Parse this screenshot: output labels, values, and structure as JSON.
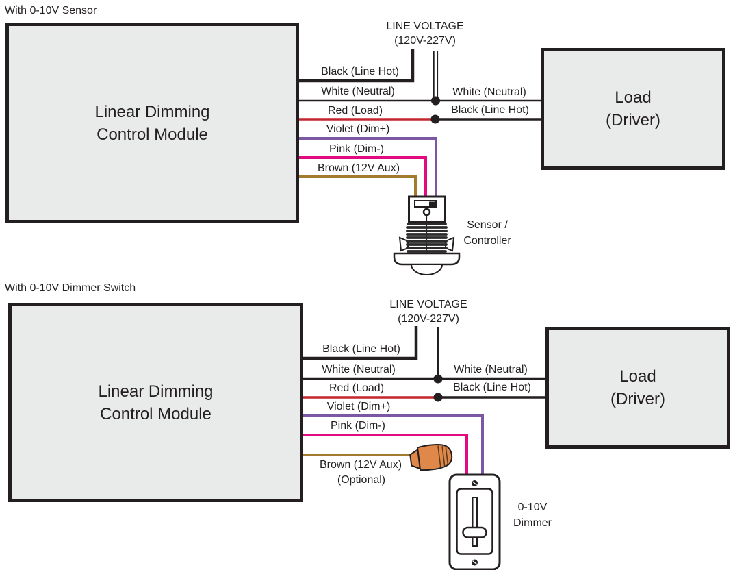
{
  "colors": {
    "page_bg": "#ffffff",
    "text": "#231f20",
    "wire_black": "#231f20",
    "wire_red": "#c4262e",
    "wire_violet": "#7c58a4",
    "wire_pink": "#e3097e",
    "wire_brown": "#a37b2f",
    "box_fill": "#e9eaea",
    "box_border": "#231f20",
    "wire_nut_orange": "#e0874a"
  },
  "d1": {
    "title": "With 0-10V Sensor",
    "line_voltage": {
      "line1": "LINE VOLTAGE",
      "line2": "(120V-227V)"
    },
    "module": {
      "line1": "Linear Dimming",
      "line2": "Control Module"
    },
    "load": {
      "line1": "Load",
      "line2": "(Driver)"
    },
    "wires": {
      "black_hot": "Black (Line Hot)",
      "white_neutral": "White (Neutral)",
      "red_load": "Red (Load)",
      "violet_dim_plus": "Violet (Dim+)",
      "pink_dim_minus": "Pink (Dim-)",
      "brown_aux": "Brown (12V Aux)",
      "white_neutral_right": "White (Neutral)",
      "black_hot_right": "Black (Line Hot)"
    },
    "device": {
      "line1": "Sensor /",
      "line2": "Controller"
    }
  },
  "d2": {
    "title": "With 0-10V Dimmer Switch",
    "line_voltage": {
      "line1": "LINE VOLTAGE",
      "line2": "(120V-227V)"
    },
    "module": {
      "line1": "Linear Dimming",
      "line2": "Control Module"
    },
    "load": {
      "line1": "Load",
      "line2": "(Driver)"
    },
    "wires": {
      "black_hot": "Black (Line Hot)",
      "white_neutral": "White (Neutral)",
      "red_load": "Red (Load)",
      "violet_dim_plus": "Violet (Dim+)",
      "pink_dim_minus": "Pink (Dim-)",
      "brown_aux": "Brown (12V Aux)",
      "brown_aux_note": "(Optional)",
      "white_neutral_right": "White (Neutral)",
      "black_hot_right": "Black (Line Hot)"
    },
    "device": {
      "line1": "0-10V",
      "line2": "Dimmer"
    }
  }
}
